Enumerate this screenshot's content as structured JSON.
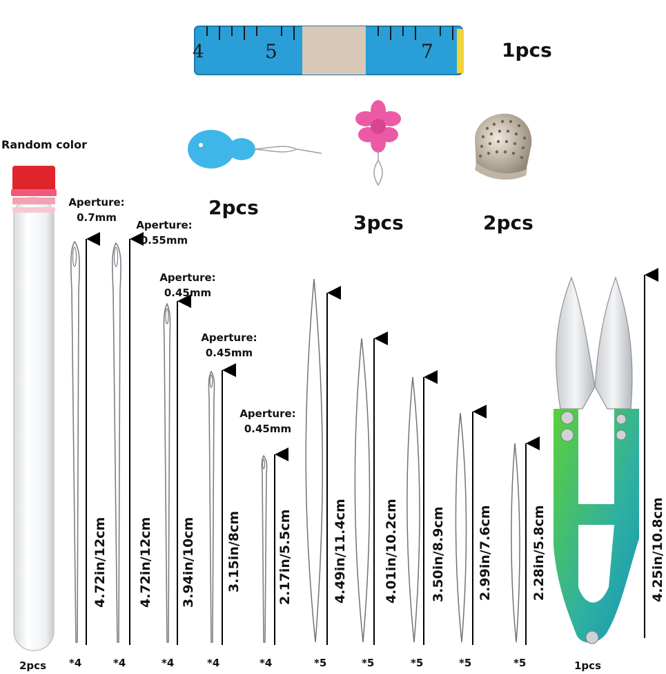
{
  "tape": {
    "numbers": [
      "4",
      "5",
      "7"
    ],
    "qty": "1pcs"
  },
  "threader_blue": {
    "qty": "2pcs"
  },
  "threader_pink": {
    "qty": "3pcs"
  },
  "thimble": {
    "qty": "2pcs"
  },
  "tube": {
    "label": "Random color",
    "qty": "2pcs"
  },
  "needles": [
    {
      "aperture_title": "Aperture:",
      "aperture": "0.7mm",
      "length": "4.72in/12cm",
      "count": "*4"
    },
    {
      "aperture_title": "Aperture:",
      "aperture": "0.55mm",
      "length": "4.72in/12cm",
      "count": "*4"
    },
    {
      "aperture_title": "Aperture:",
      "aperture": "0.45mm",
      "length": "3.94in/10cm",
      "count": "*4"
    },
    {
      "aperture_title": "Aperture:",
      "aperture": "0.45mm",
      "length": "3.15in/8cm",
      "count": "*4"
    },
    {
      "aperture_title": "Aperture:",
      "aperture": "0.45mm",
      "length": "2.17in/5.5cm",
      "count": "*4"
    }
  ],
  "beading_needles": [
    {
      "length": "4.49in/11.4cm",
      "count": "*5"
    },
    {
      "length": "4.01in/10.2cm",
      "count": "*5"
    },
    {
      "length": "3.50in/8.9cm",
      "count": "*5"
    },
    {
      "length": "2.99in/7.6cm",
      "count": "*5"
    },
    {
      "length": "2.28in/5.8cm",
      "count": "*5"
    }
  ],
  "scissors": {
    "length": "4.25in/10.8cm",
    "qty": "1pcs"
  },
  "colors": {
    "tape_blue": "#2a9ed6",
    "threader_blue": "#3fb6e8",
    "flower_pink": "#ec5aa6",
    "cap_red": "#e0242c",
    "scissor_green": "#4cc23a",
    "scissor_teal": "#1aa5b5"
  }
}
